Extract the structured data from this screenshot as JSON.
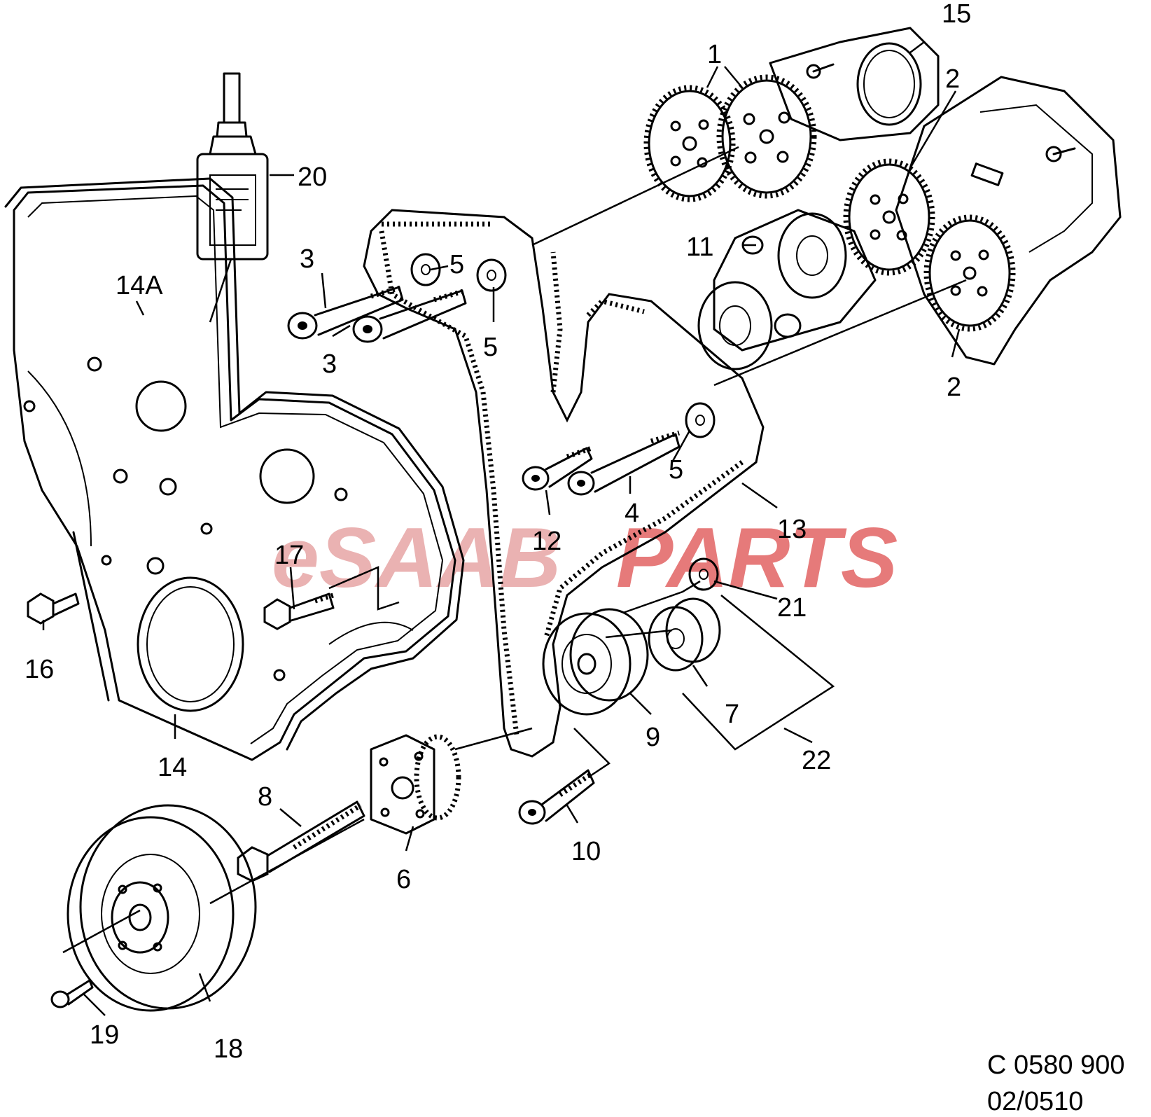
{
  "callouts": {
    "c1": "1",
    "c2a": "2",
    "c2b": "2",
    "c3a": "3",
    "c3b": "3",
    "c4": "4",
    "c5a": "5",
    "c5b": "5",
    "c5c": "5",
    "c6": "6",
    "c7": "7",
    "c8": "8",
    "c9": "9",
    "c10": "10",
    "c11": "11",
    "c12": "12",
    "c13": "13",
    "c14": "14",
    "c14a": "14A",
    "c15": "15",
    "c16": "16",
    "c17": "17",
    "c18": "18",
    "c19": "19",
    "c20": "20",
    "c21": "21",
    "c22": "22"
  },
  "reference": {
    "code": "C 0580 900",
    "date": "02/0510"
  },
  "watermark": {
    "prefix": "eSAAB",
    "suffix": "PARTS",
    "prefix_color": "#e5a0a0",
    "suffix_color": "#e05a5a"
  }
}
